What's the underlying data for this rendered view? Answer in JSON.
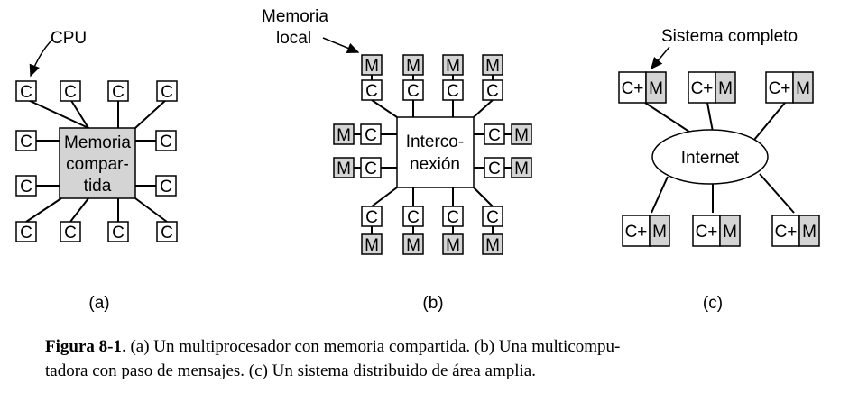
{
  "panel_a": {
    "cpu_label": "CPU",
    "cpu_box": "C",
    "memory_line1": "Memoria",
    "memory_line2": "compar-",
    "memory_line3": "tida",
    "sublabel": "(a)"
  },
  "panel_b": {
    "memory_label_line1": "Memoria",
    "memory_label_line2": "local",
    "cpu_box": "C",
    "mem_box": "M",
    "interconnect_line1": "Interco-",
    "interconnect_line2": "nexión",
    "sublabel": "(b)"
  },
  "panel_c": {
    "system_label": "Sistema completo",
    "cpu_part": "C+",
    "mem_part": "M",
    "network": "Internet",
    "sublabel": "(c)"
  },
  "caption": {
    "figure_label": "Figura 8-1",
    "text_line1": ".  (a) Un multiprocesador con memoria compartida.  (b) Una multicompu-",
    "text_line2": "tadora con paso de mensajes.  (c) Un sistema distribuido de área amplia."
  },
  "colors": {
    "memory_fill": "#d4d4d4",
    "line": "#000000"
  }
}
